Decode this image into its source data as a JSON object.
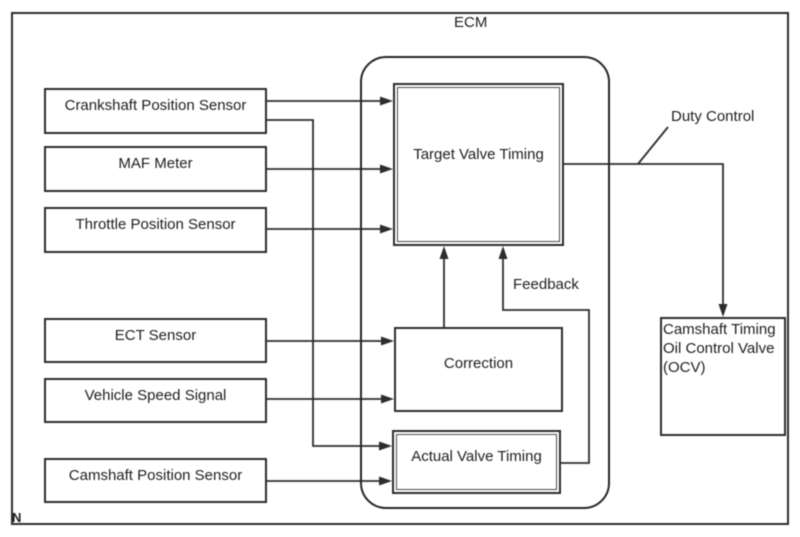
{
  "figure": {
    "title": "ECM",
    "corner_note": "N",
    "colors": {
      "line": "#2d2d2d",
      "text": "#1e1e1e",
      "background": "#ffffff"
    }
  },
  "inputs": [
    {
      "id": "crankshaft",
      "label": "Crankshaft Position Sensor"
    },
    {
      "id": "maf",
      "label": "MAF Meter"
    },
    {
      "id": "throttle",
      "label": "Throttle Position Sensor"
    },
    {
      "id": "ect",
      "label": "ECT Sensor"
    },
    {
      "id": "vss",
      "label": "Vehicle Speed Signal"
    },
    {
      "id": "camshaft",
      "label": "Camshaft Position Sensor"
    }
  ],
  "ecm": {
    "label": "ECM",
    "blocks": [
      {
        "id": "target",
        "label": "Target Valve Timing",
        "border": "double"
      },
      {
        "id": "correction",
        "label": "Correction",
        "border": "single"
      },
      {
        "id": "actual",
        "label": "Actual Valve Timing",
        "border": "double"
      }
    ]
  },
  "output": {
    "id": "ocv",
    "label": "Camshaft Timing Oil Control Valve (OCV)",
    "line1": "Camshaft Timing",
    "line2": "Oil Control Valve",
    "line3": "(OCV)"
  },
  "edge_labels": {
    "duty": "Duty Control",
    "feedback": "Feedback"
  },
  "edges": [
    {
      "from": "crankshaft",
      "to": "target",
      "label": ""
    },
    {
      "from": "crankshaft",
      "to": "actual",
      "label": ""
    },
    {
      "from": "maf",
      "to": "target",
      "label": ""
    },
    {
      "from": "throttle",
      "to": "target",
      "label": ""
    },
    {
      "from": "ect",
      "to": "correction",
      "label": ""
    },
    {
      "from": "vss",
      "to": "correction",
      "label": ""
    },
    {
      "from": "camshaft",
      "to": "actual",
      "label": ""
    },
    {
      "from": "correction",
      "to": "target",
      "label": ""
    },
    {
      "from": "actual",
      "to": "target",
      "label": "Feedback"
    },
    {
      "from": "target",
      "to": "ocv",
      "label": "Duty Control"
    }
  ]
}
